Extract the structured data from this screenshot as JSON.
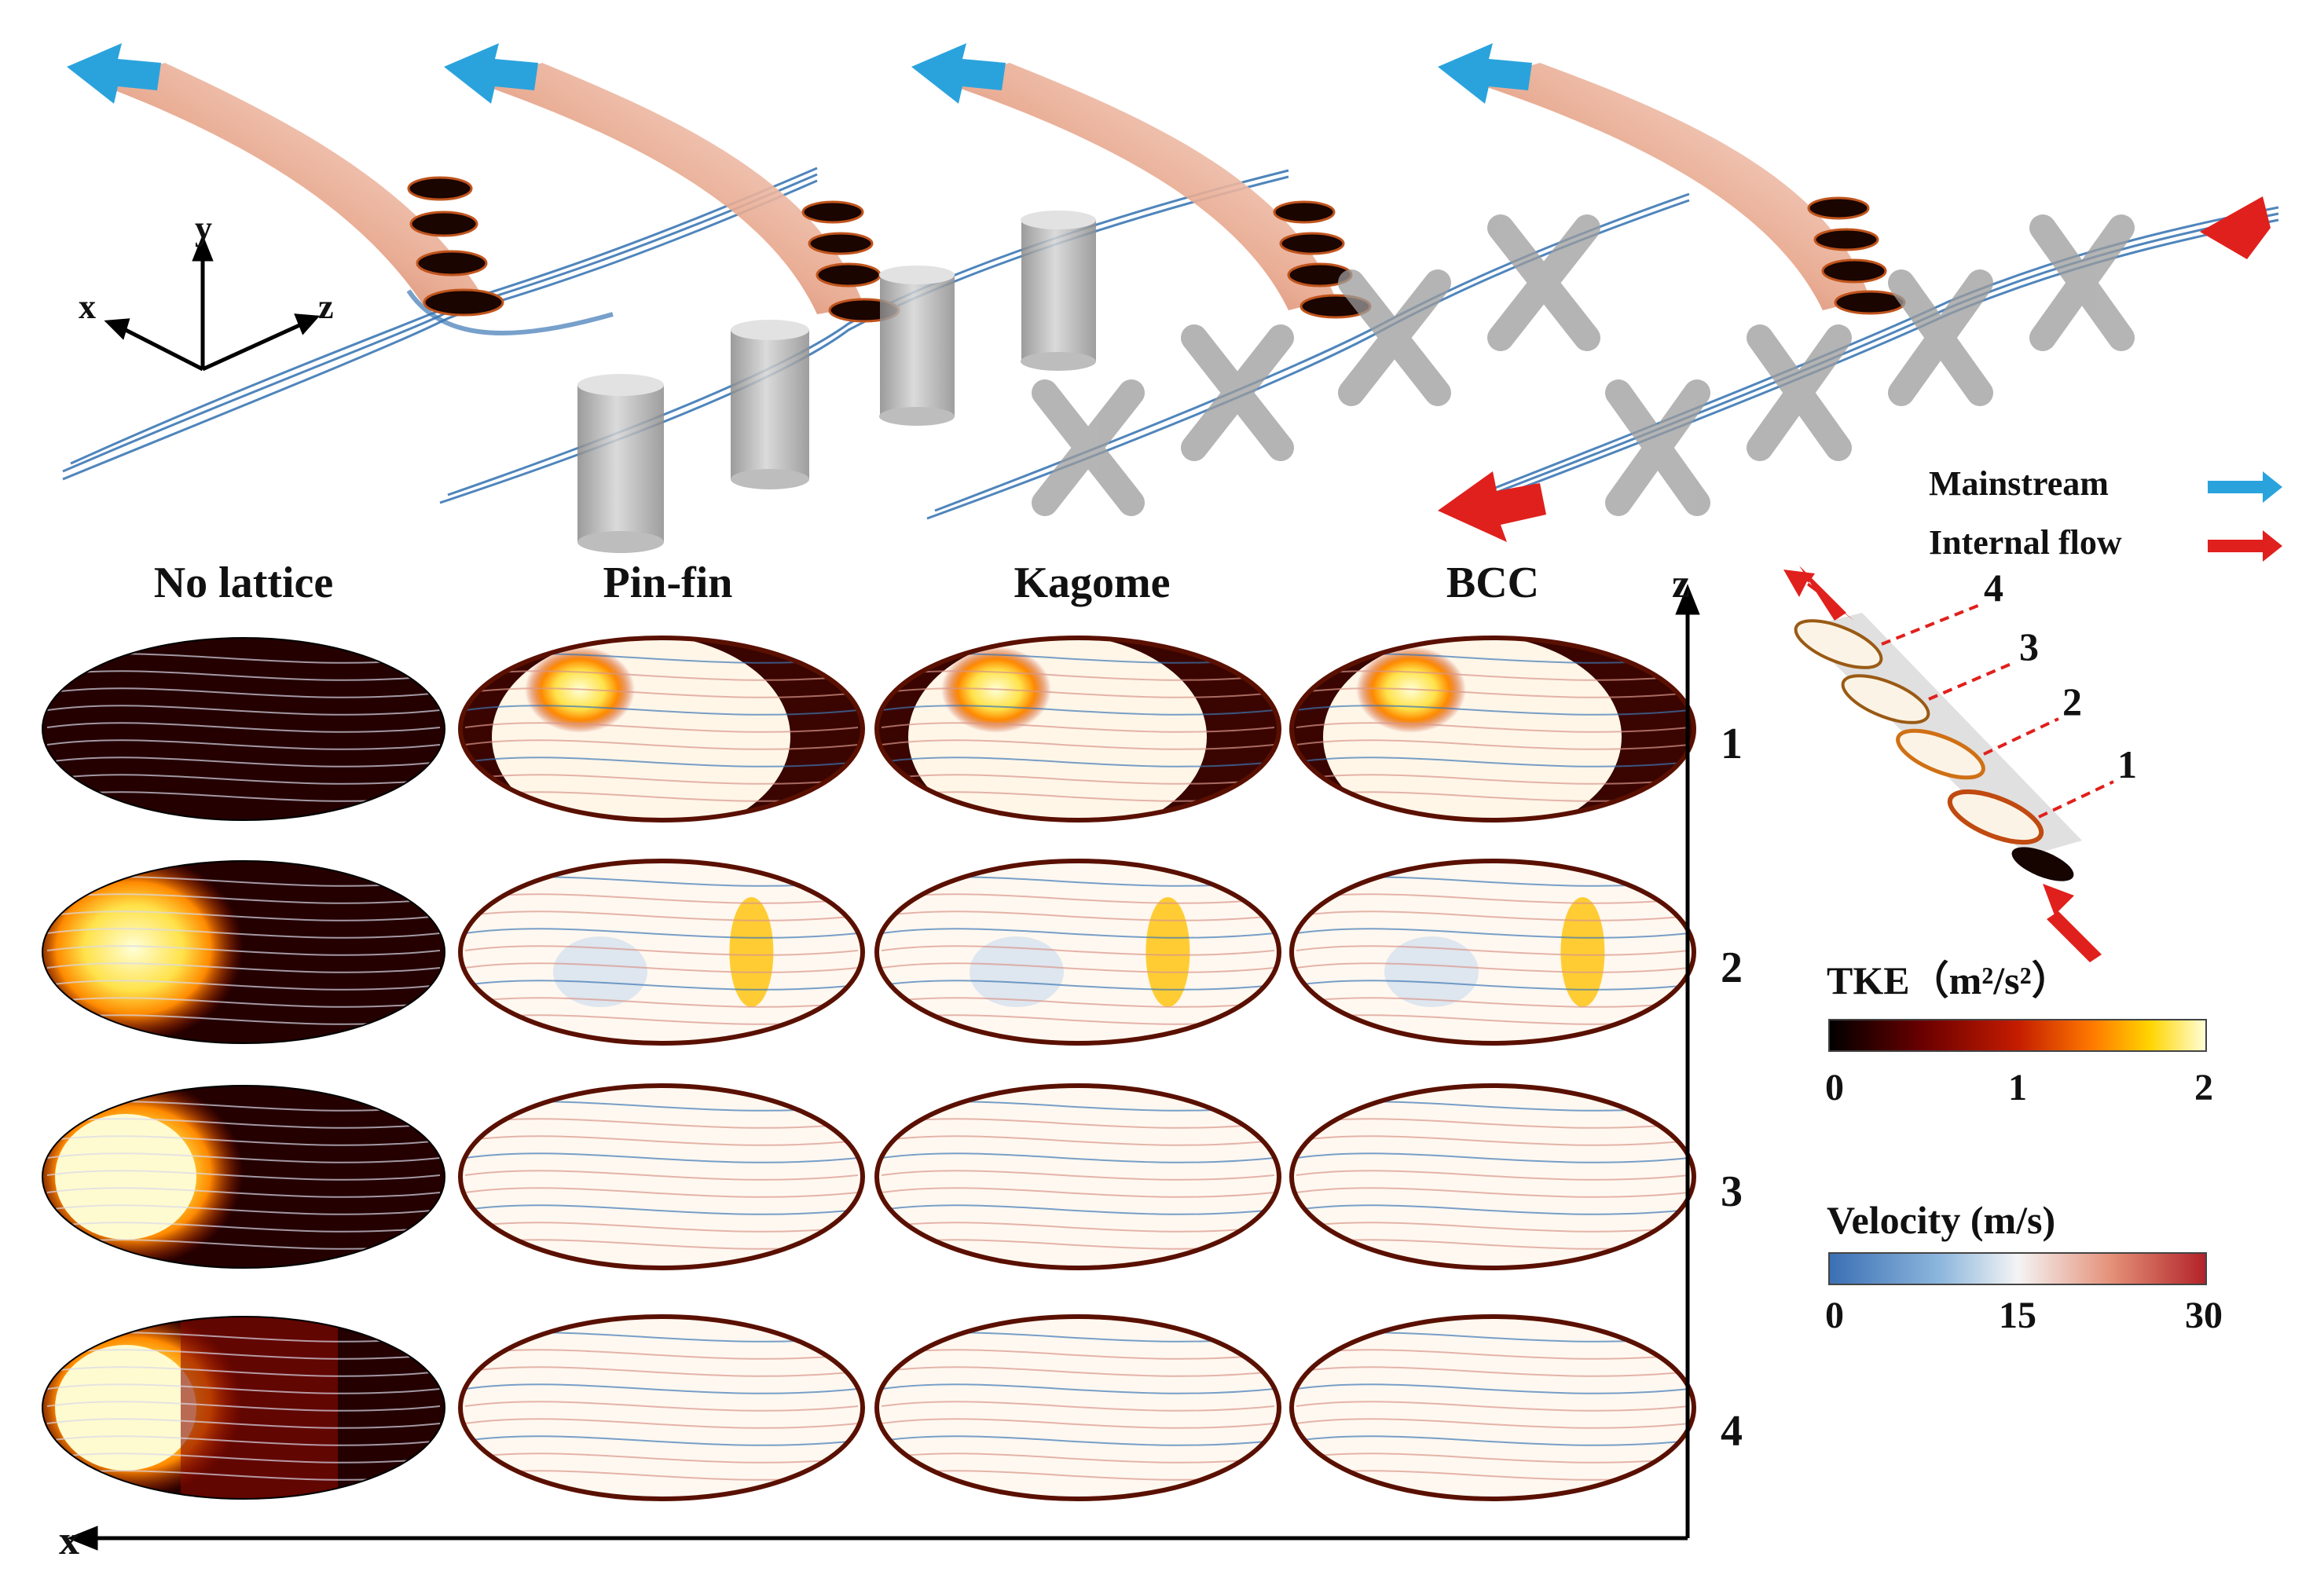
{
  "axes3d": {
    "x": "x",
    "y": "y",
    "z": "z"
  },
  "flow_legend": {
    "mainstream": "Mainstream",
    "internal": "Internal flow",
    "mainstream_color": "#2aa3dd",
    "internal_color": "#e0201c"
  },
  "columns": [
    "No lattice",
    "Pin-fin",
    "Kagome",
    "BCC"
  ],
  "rows": [
    "1",
    "2",
    "3",
    "4"
  ],
  "grid_axes": {
    "z": "z",
    "x": "x"
  },
  "hole_planes": [
    "4",
    "3",
    "2",
    "1"
  ],
  "tke_colorbar": {
    "title": "TKE（m²/s²）",
    "ticks": [
      "0",
      "1",
      "2"
    ],
    "colors": [
      "#000000",
      "#6b0000",
      "#c41c00",
      "#ff7a00",
      "#ffd400",
      "#ffffd8"
    ]
  },
  "velocity_colorbar": {
    "title": "Velocity (m/s)",
    "ticks": [
      "0",
      "15",
      "30"
    ],
    "colors": [
      "#3a6fb4",
      "#8fb8de",
      "#f4f4f4",
      "#e49078",
      "#b22228"
    ]
  },
  "colors": {
    "streamline_blue": "#3d78b5",
    "lattice_gray": "#9c9c9c",
    "red_arrow": "#e0201c",
    "blue_arrow": "#2aa3dd"
  }
}
